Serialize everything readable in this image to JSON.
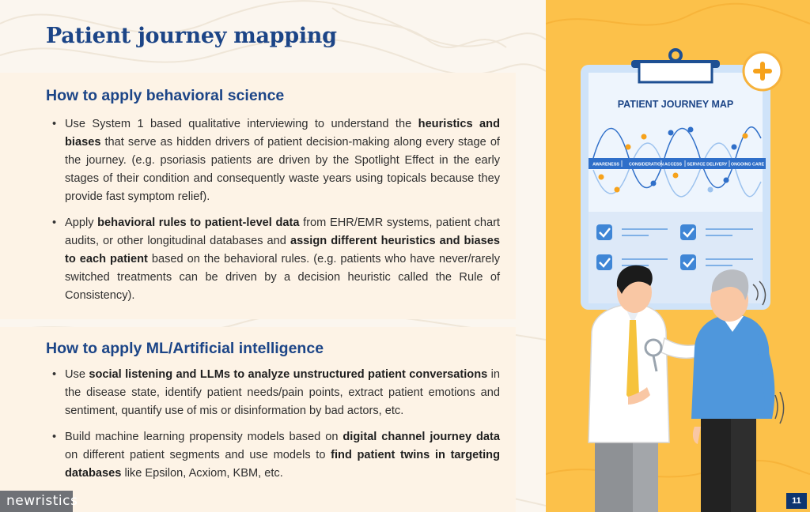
{
  "title": "Patient journey mapping",
  "sections": [
    {
      "heading": "How to apply behavioral science",
      "bullets": [
        [
          {
            "t": "Use System 1 based qualitative interviewing to understand the ",
            "b": false
          },
          {
            "t": "heuristics and biases",
            "b": true
          },
          {
            "t": " that serve as hidden drivers of patient decision-making along every stage of the journey. (e.g. psoriasis patients are driven by the Spotlight Effect in the early stages of their condition and consequently waste years using topicals because they provide fast symptom relief).",
            "b": false
          }
        ],
        [
          {
            "t": "Apply ",
            "b": false
          },
          {
            "t": "behavioral rules to patient-level data",
            "b": true
          },
          {
            "t": " from EHR/EMR systems, patient chart audits, or other longitudinal databases and ",
            "b": false
          },
          {
            "t": "assign different heuristics and biases to each patient",
            "b": true
          },
          {
            "t": " based on the behavioral rules. (e.g. patients who have never/rarely switched treatments can be driven by a decision heuristic called the Rule of Consistency).",
            "b": false
          }
        ]
      ]
    },
    {
      "heading": "How to apply ML/Artificial intelligence",
      "bullets": [
        [
          {
            "t": "Use ",
            "b": false
          },
          {
            "t": "social listening and LLMs to analyze unstructured patient conversations",
            "b": true
          },
          {
            "t": " in the disease state, identify patient needs/pain points, extract patient emotions and sentiment, quantify use of mis or disinformation by bad actors, etc.",
            "b": false
          }
        ],
        [
          {
            "t": "Build machine learning propensity models based on ",
            "b": false
          },
          {
            "t": "digital channel journey data",
            "b": true
          },
          {
            "t": " on different patient segments and use models to ",
            "b": false
          },
          {
            "t": "find patient twins in targeting databases",
            "b": true
          },
          {
            "t": " like Epsilon, Acxiom, KBM, etc.",
            "b": false
          }
        ]
      ]
    }
  ],
  "illustration": {
    "board_title": "PATIENT JOURNEY MAP",
    "stages": [
      "AWARENESS",
      "CONSIDERATION",
      "ACCESS",
      "SERVICE DELIVERY",
      "ONGOING CARE"
    ],
    "plus_icon": "plus-icon",
    "checkbox_icon": "check-icon"
  },
  "logo_text": "newristics",
  "page_number": "11",
  "colors": {
    "title": "#1c4587",
    "background": "#fbf6ef",
    "panel": "#fdf3e6",
    "right_panel": "#fcc14a",
    "board_band": "#2f6fc9",
    "page_badge": "#0e3570",
    "logo_badge": "#6f7176"
  }
}
